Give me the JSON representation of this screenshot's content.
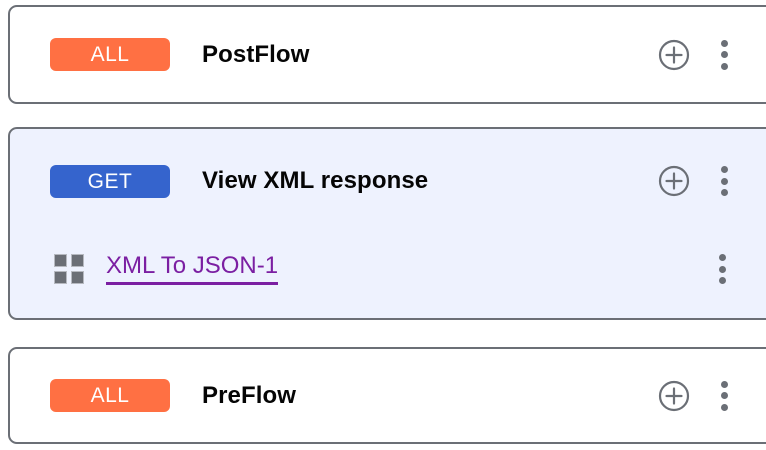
{
  "theme": {
    "page_background": "#ffffff",
    "card_border": "#6b6f76",
    "selected_card_background": "#eef2fe",
    "method_all_color": "#ff7043",
    "method_get_color": "#3564cd",
    "title_color": "#050505",
    "icon_color": "#6b6f76",
    "policy_link_color": "#7b1fa2"
  },
  "flows": [
    {
      "id": "postflow",
      "method": "ALL",
      "method_style": "all",
      "title": "PostFlow",
      "selected": false,
      "add_icon": "plus-circle-icon",
      "menu_icon": "kebab-menu-icon",
      "steps": []
    },
    {
      "id": "view-xml-response",
      "method": "GET",
      "method_style": "get",
      "title": "View XML response",
      "selected": true,
      "add_icon": "plus-circle-icon",
      "menu_icon": "kebab-menu-icon",
      "steps": [
        {
          "id": "xml-to-json-1",
          "icon": "grid-policy-icon",
          "label": "XML To JSON-1",
          "menu_icon": "kebab-menu-icon"
        }
      ]
    },
    {
      "id": "preflow",
      "method": "ALL",
      "method_style": "all",
      "title": "PreFlow",
      "selected": false,
      "add_icon": "plus-circle-icon",
      "menu_icon": "kebab-menu-icon",
      "steps": []
    }
  ]
}
